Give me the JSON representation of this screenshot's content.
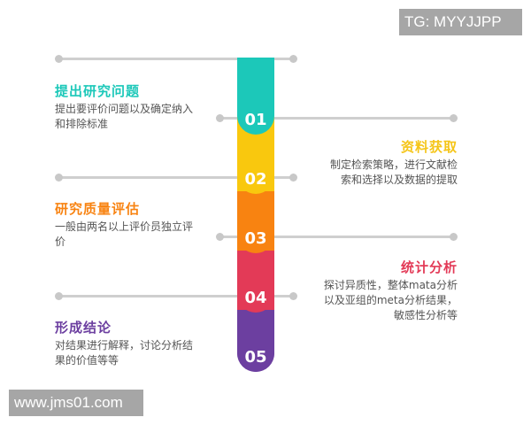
{
  "watermarks": {
    "top_right": "TG: MYYJJPP",
    "bottom_left": "www.jms01.com"
  },
  "colors": {
    "step1": "#1cc8b9",
    "step2": "#f9c80e",
    "step3": "#f88311",
    "step4": "#e33a57",
    "step5": "#6c3fa0",
    "connector": "#cfcfcf",
    "desc_text": "#555555"
  },
  "steps": [
    {
      "number": "01",
      "title": "提出研究问题",
      "desc_lines": [
        "提出要评价问题以及确定纳入",
        "和排除标准"
      ],
      "side": "left",
      "color": "#1cc8b9"
    },
    {
      "number": "02",
      "title": "资料获取",
      "desc_lines": [
        "制定检索策略，进行文献检",
        "索和选择以及数据的提取"
      ],
      "side": "right",
      "color": "#f5c518"
    },
    {
      "number": "03",
      "title": "研究质量评估",
      "desc_lines": [
        "一般由两名以上评价员独立评",
        "价"
      ],
      "side": "left",
      "color": "#f88311"
    },
    {
      "number": "04",
      "title": "统计分析",
      "desc_lines": [
        "探讨异质性，整体mata分析",
        "以及亚组的meta分析结果，",
        "敏感性分析等"
      ],
      "side": "right",
      "color": "#e33a57"
    },
    {
      "number": "05",
      "title": "形成结论",
      "desc_lines": [
        "对结果进行解释，讨论分析结",
        "果的价值等等"
      ],
      "side": "left",
      "color": "#6c3fa0"
    }
  ]
}
